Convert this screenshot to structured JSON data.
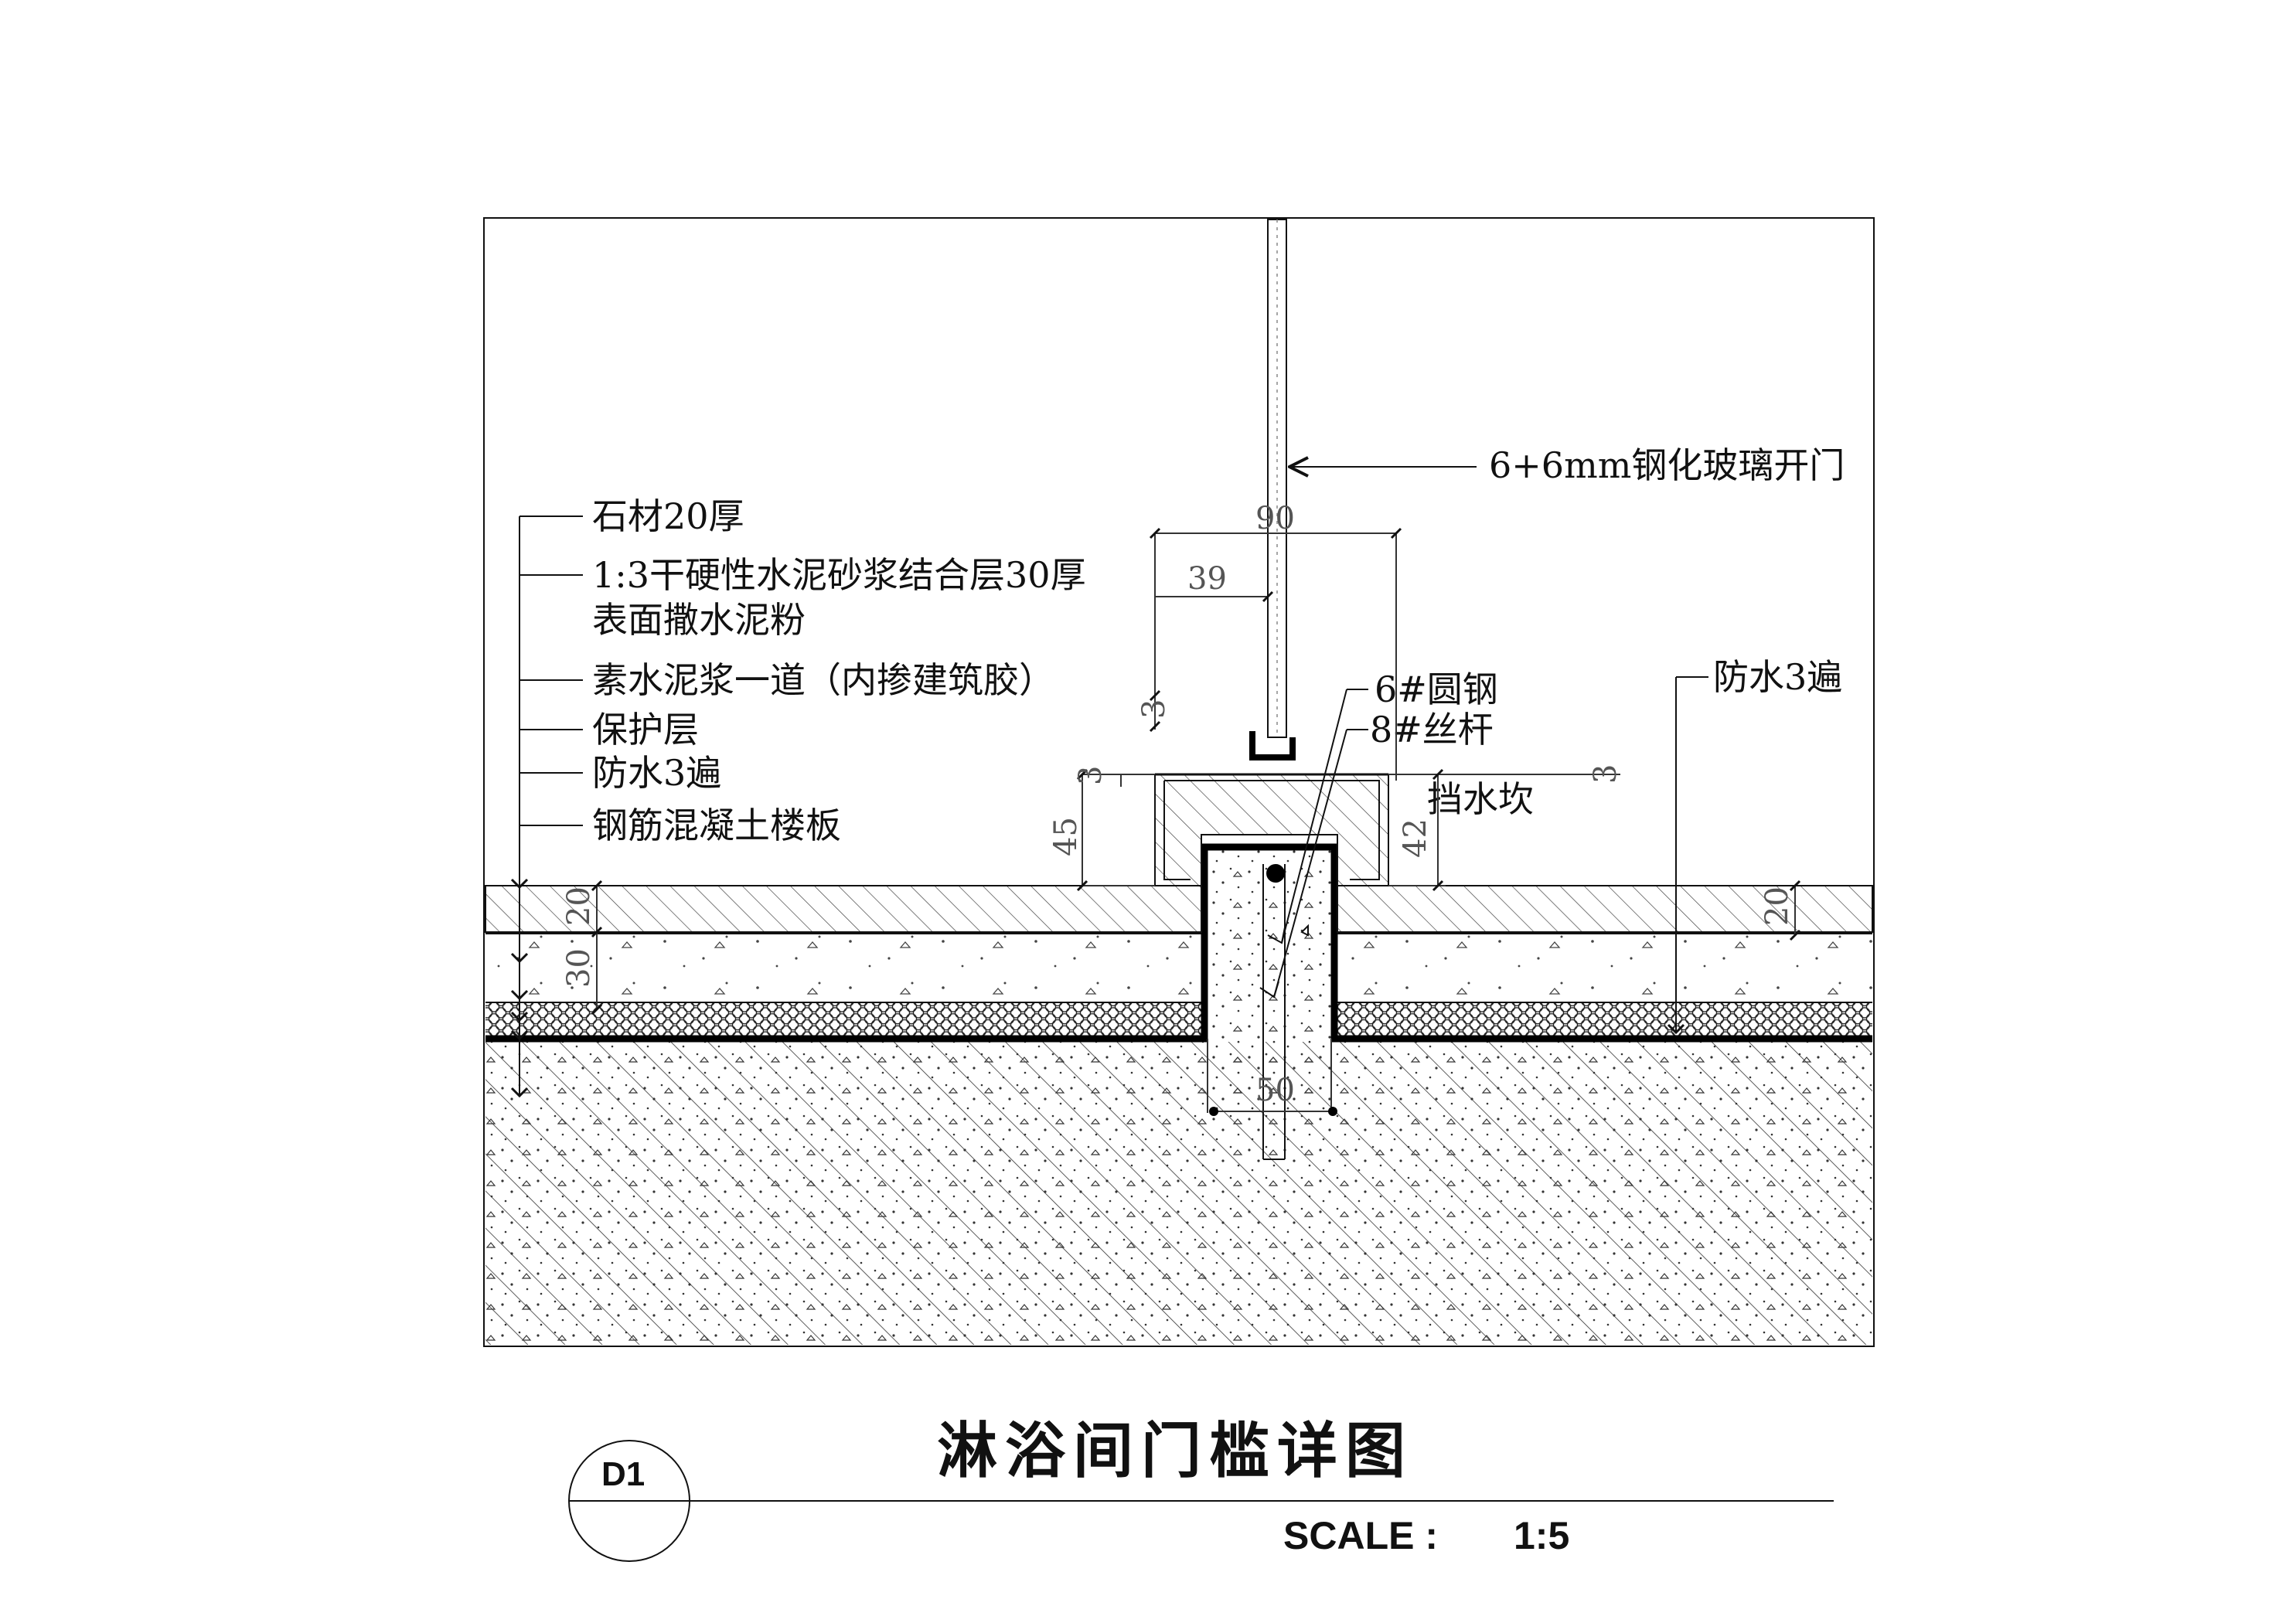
{
  "labels": {
    "glass_door": "6+6mm钢化玻璃开门",
    "stone": "石材20厚",
    "mortar_line1": "1:3干硬性水泥砂浆结合层30厚",
    "mortar_line2": "表面撒水泥粉",
    "cement_slurry": "素水泥浆一道（内掺建筑胶）",
    "protective": "保护层",
    "waterproof_left": "防水3遍",
    "slab": "钢筋混凝土楼板",
    "round_steel": "6#圆钢",
    "threaded_rod": "8#丝杆",
    "water_stop": "挡水坎",
    "waterproof_right": "防水3遍"
  },
  "dimensions": {
    "d90": "90",
    "d39": "39",
    "d3_top": "3",
    "d3_left": "3",
    "d3_right": "3",
    "d45": "45",
    "d42": "42",
    "d20_left": "20",
    "d30_left": "30",
    "d20_right": "20",
    "d50": "50"
  },
  "title_block": {
    "tag": "D1",
    "title": "淋浴间门槛详图",
    "scale_label": "SCALE :",
    "scale_value": "1:5"
  }
}
